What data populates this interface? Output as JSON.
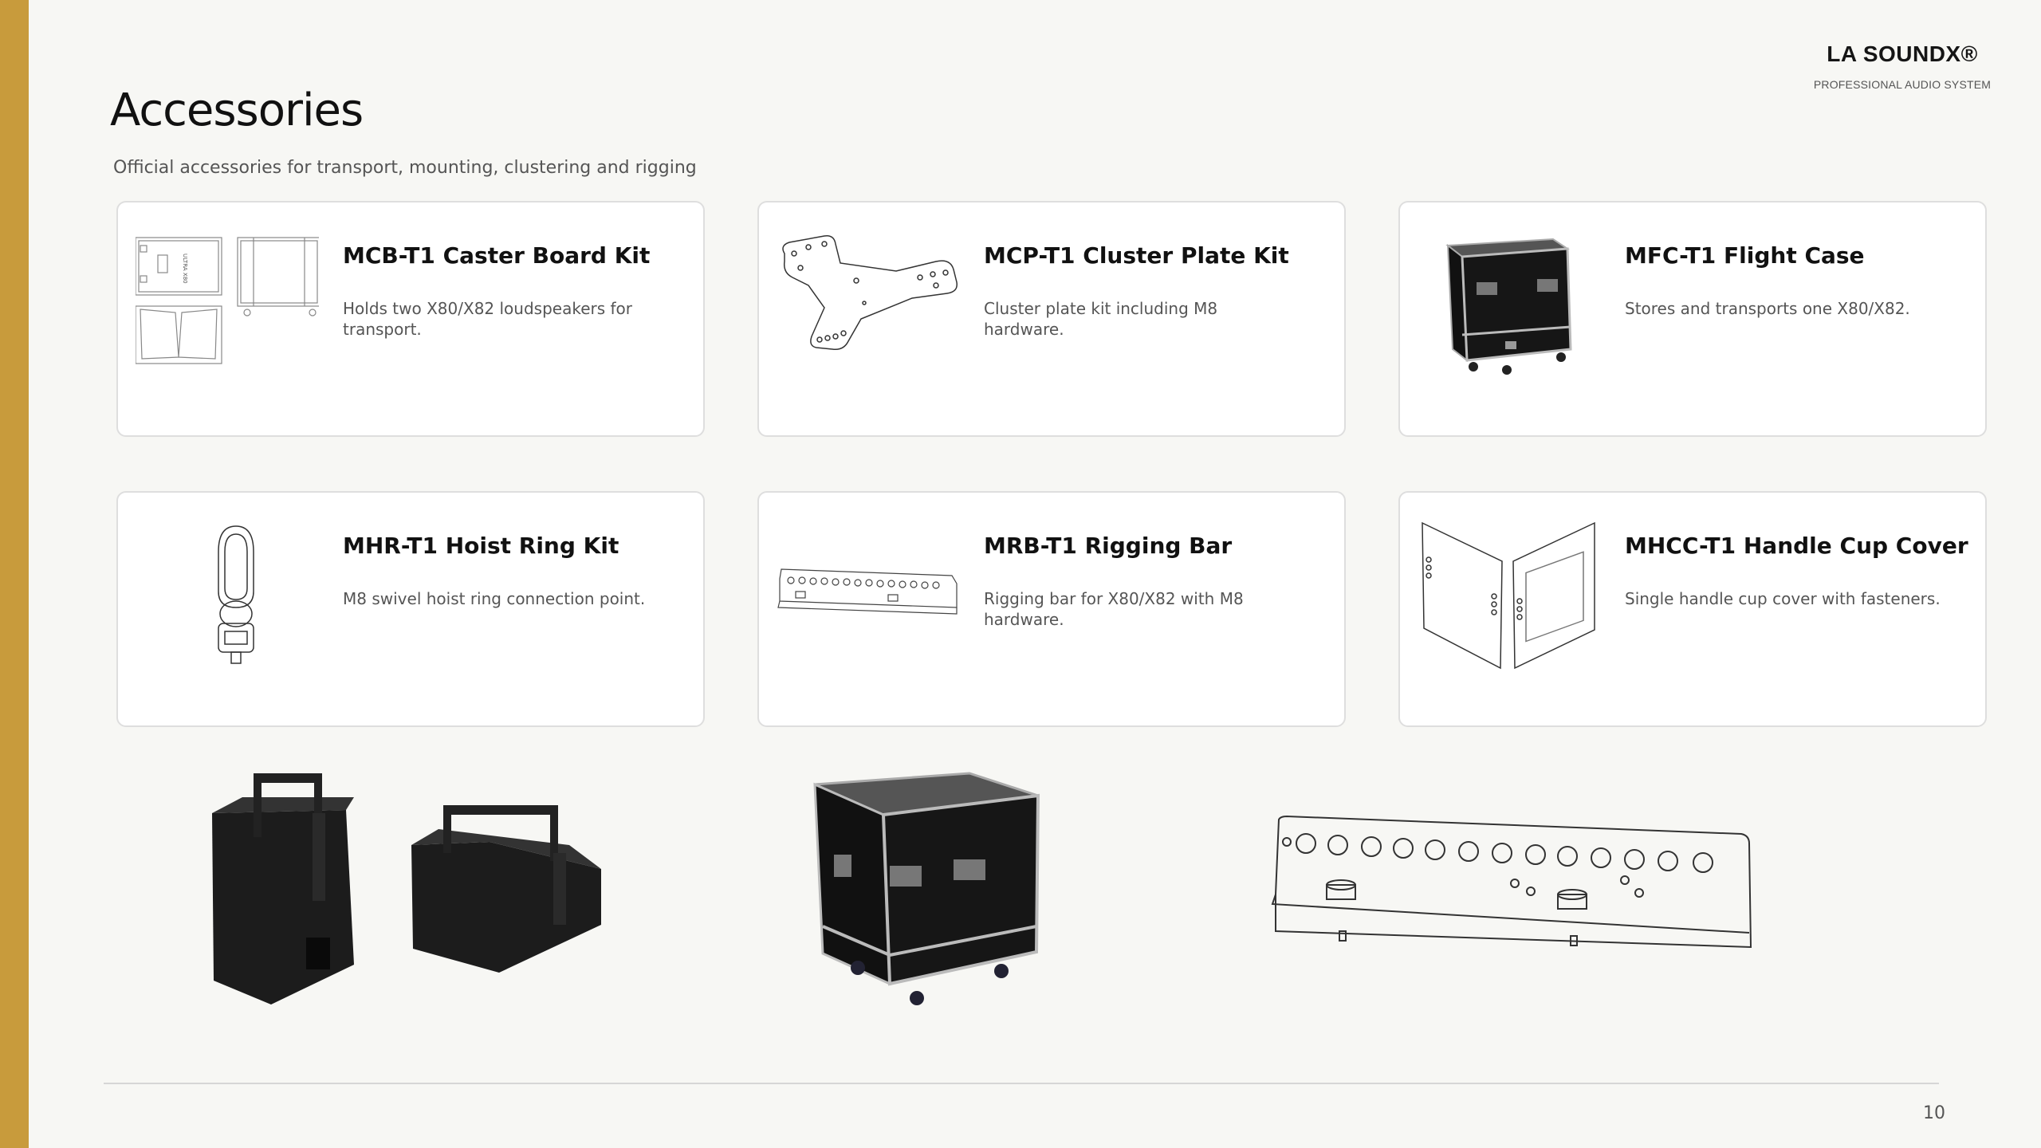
{
  "brand": {
    "name": "LA SOUNDX®",
    "tagline": "PROFESSIONAL AUDIO SYSTEM"
  },
  "page": {
    "title": "Accessories",
    "subtitle": "Official accessories for transport, mounting, clustering and rigging",
    "number": "10"
  },
  "colors": {
    "accent_bar": "#c89b3c",
    "background": "#f7f7f4",
    "card": "#ffffff"
  },
  "cards": [
    {
      "title": "MCB-T1 Caster Board Kit",
      "desc": "Holds two X80/X82 loudspeakers for transport.",
      "icon": "caster-board-drawing"
    },
    {
      "title": "MCP-T1 Cluster Plate Kit",
      "desc": "Cluster plate kit including M8 hardware.",
      "icon": "cluster-plate-drawing"
    },
    {
      "title": "MFC-T1 Flight Case",
      "desc": "Stores and transports one X80/X82.",
      "icon": "flight-case-photo"
    },
    {
      "title": "MHR-T1 Hoist Ring Kit",
      "desc": "M8 swivel hoist ring connection point.",
      "icon": "hoist-ring-drawing"
    },
    {
      "title": "MRB-T1 Rigging Bar",
      "desc": "Rigging bar for X80/X82 with M8 hardware.",
      "icon": "rigging-bar-drawing"
    },
    {
      "title": "MHCC-T1 Handle Cup Cover",
      "desc": "Single handle cup cover with fasteners.",
      "icon": "handle-cup-cover-drawing"
    }
  ],
  "bottom_images": [
    "speakers-with-bracket-photo",
    "flight-case-photo",
    "rigging-bar-drawing"
  ]
}
